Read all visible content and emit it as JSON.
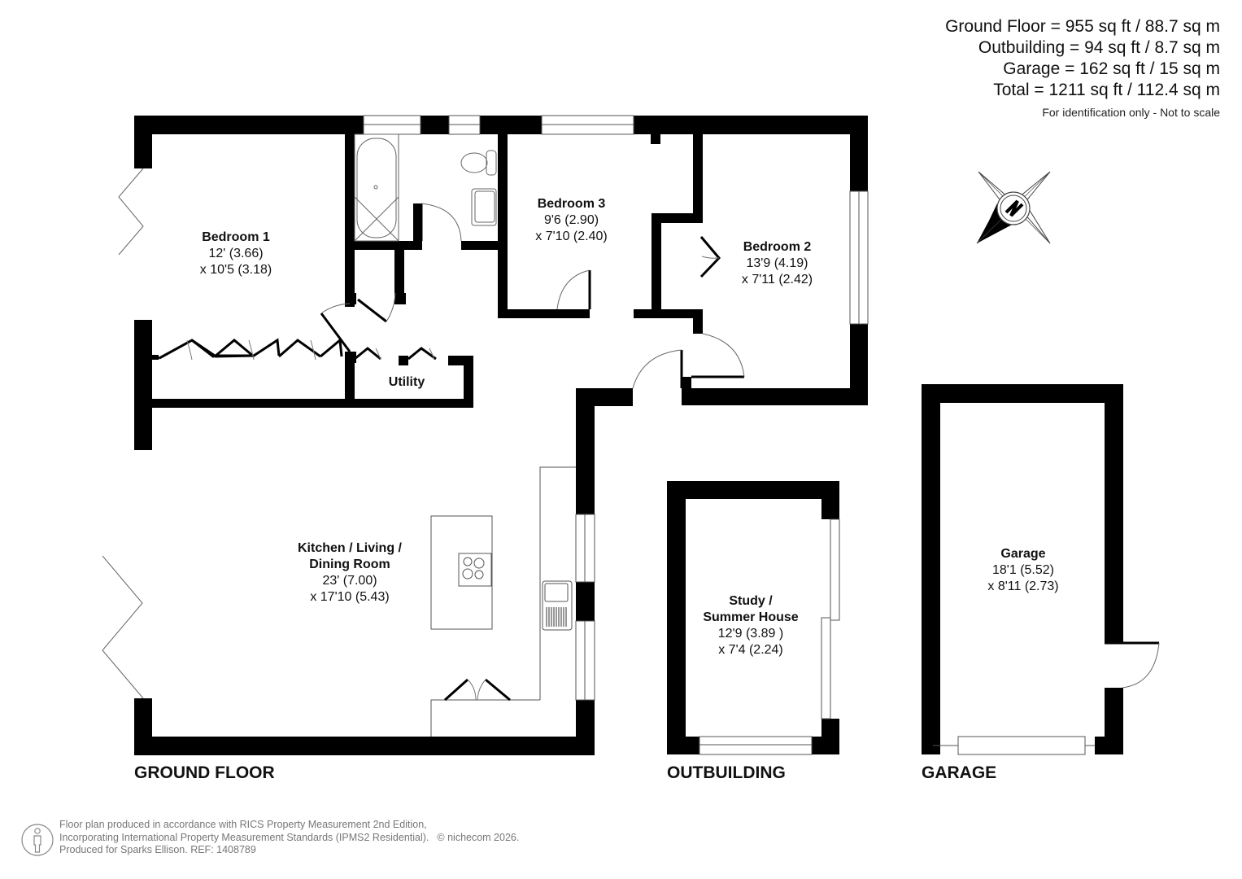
{
  "areas": {
    "lines": [
      "Ground Floor = 955 sq ft / 88.7 sq m",
      "Outbuilding = 94 sq ft / 8.7 sq m",
      "Garage = 162 sq ft / 15 sq m",
      "Total = 1211 sq ft / 112.4 sq m"
    ],
    "note": "For identification only - Not to scale"
  },
  "compass": {
    "label": "N",
    "icon": "compass-north-icon"
  },
  "rooms": [
    {
      "name": "Bedroom 1",
      "dim1": "12' (3.66)",
      "dim2": "x 10'5 (3.18)"
    },
    {
      "name": "Bedroom 3",
      "dim1": "9'6 (2.90)",
      "dim2": "x 7'10 (2.40)"
    },
    {
      "name": "Bedroom 2",
      "dim1": "13'9 (4.19)",
      "dim2": "x 7'11 (2.42)"
    },
    {
      "name": "Utility"
    },
    {
      "name": "Kitchen / Living /",
      "name2": "Dining Room",
      "dim1": "23' (7.00)",
      "dim2": "x 17'10 (5.43)"
    },
    {
      "name": "Study /",
      "name2": "Summer House",
      "dim1": "12'9 (3.89 )",
      "dim2": "x 7'4 (2.24)"
    },
    {
      "name": "Garage",
      "dim1": "18'1 (5.52)",
      "dim2": "x 8'11 (2.73)"
    }
  ],
  "sections": {
    "ground_floor": "GROUND FLOOR",
    "outbuilding": "OUTBUILDING",
    "garage": "GARAGE"
  },
  "footer": {
    "line1": "Floor plan produced in accordance with RICS Property Measurement 2nd Edition,",
    "line2": "Incorporating International Property Measurement Standards (IPMS2 Residential).",
    "copyright": "© nichecom 2026.",
    "line3": "Produced for Sparks Ellison.   REF: 1408789"
  },
  "colors": {
    "wall": "#000000",
    "line": "#555555",
    "background": "#ffffff"
  }
}
